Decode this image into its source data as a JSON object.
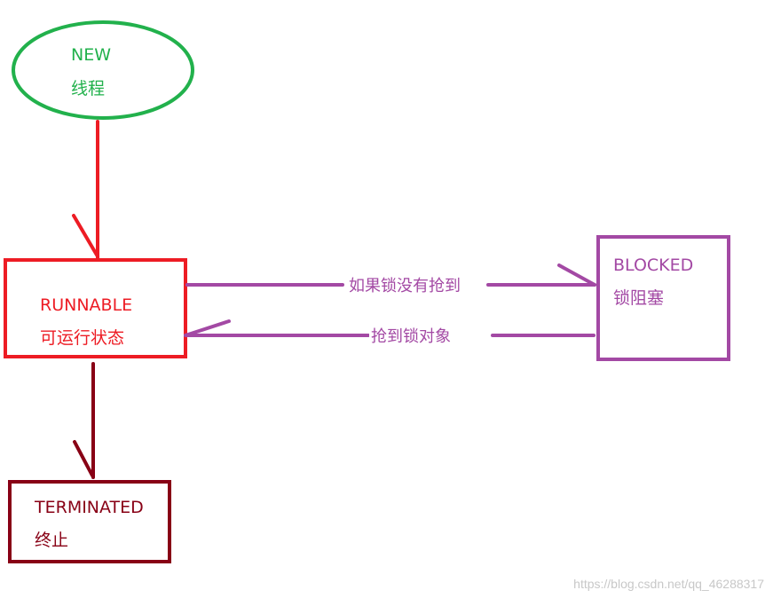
{
  "colors": {
    "new": "#22b14c",
    "runnable": "#ed1c24",
    "blocked": "#a349a4",
    "terminated": "#880015"
  },
  "states": {
    "new": {
      "name": "NEW",
      "desc": "线程"
    },
    "runnable": {
      "name": "RUNNABLE",
      "desc": "可运行状态"
    },
    "blocked": {
      "name": "BLOCKED",
      "desc": "锁阻塞"
    },
    "terminated": {
      "name": "TERMINATED",
      "desc": "终止"
    }
  },
  "edges": {
    "to_blocked": "如果锁没有抢到",
    "to_runnable": "抢到锁对象"
  },
  "watermark": "https://blog.csdn.net/qq_46288317"
}
